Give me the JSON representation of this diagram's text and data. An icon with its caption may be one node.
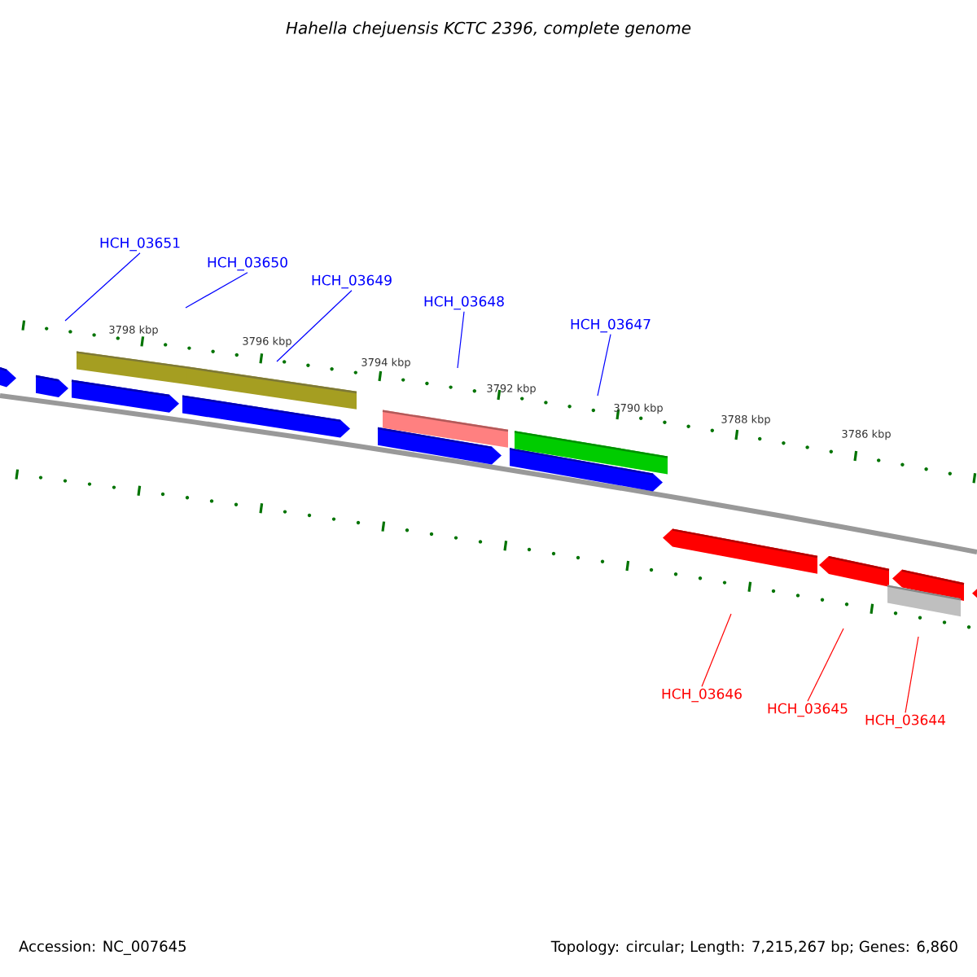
{
  "diagram": {
    "title": "Hahella chejuensis KCTC 2396, complete genome",
    "nodes": [
      {
        "text": [
          "HCH_03651"
        ]
      },
      {
        "text": [
          "HCH_03650"
        ]
      },
      {
        "text": [
          "HCH_03649"
        ]
      },
      {
        "text": [
          "HCH_03648"
        ]
      },
      {
        "text": [
          "HCH_03647"
        ]
      },
      {
        "text": [
          "HCH_03646"
        ]
      },
      {
        "text": [
          "HCH_03645"
        ]
      },
      {
        "text": [
          "HCH_03644"
        ]
      }
    ],
    "edges": [
      {
        "from": 0,
        "to": null,
        "arrow": "none"
      },
      {
        "from": 1,
        "to": null,
        "arrow": "none"
      },
      {
        "from": 2,
        "to": null,
        "arrow": "none"
      },
      {
        "from": 3,
        "to": null,
        "arrow": "none"
      },
      {
        "from": 4,
        "to": null,
        "arrow": "none"
      },
      {
        "from": 5,
        "to": null,
        "arrow": "none",
        "color": "#ff0000"
      },
      {
        "from": 6,
        "to": null,
        "arrow": "none",
        "color": "#ff0000"
      },
      {
        "from": 7,
        "to": null,
        "arrow": "none",
        "color": "#ff0000"
      }
    ],
    "labels": [
      "3798 kbp",
      "3796 kbp",
      "3794 kbp",
      "3792 kbp",
      "3790 kbp",
      "3788 kbp",
      "3786 kbp",
      "Accession: NC_007645",
      "Topology: circular; Length: 7,215,267 bp; Genes: 6,860"
    ]
  }
}
